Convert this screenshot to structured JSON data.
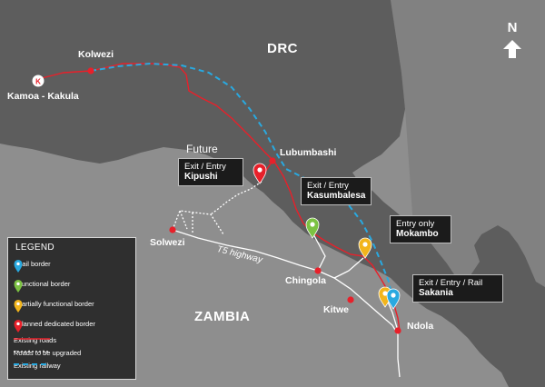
{
  "map": {
    "countries": {
      "drc": "DRC",
      "zambia": "ZAMBIA"
    },
    "cities": {
      "kolwezi": "Kolwezi",
      "kamoa": "Kamoa - Kakula",
      "lubumbashi": "Lubumbashi",
      "solwezi": "Solwezi",
      "chingola": "Chingola",
      "kitwe": "Kitwe",
      "ndola": "Ndola"
    },
    "future_label": "Future",
    "highway_label": "T5 highway",
    "north_label": "N",
    "callouts": {
      "kipushi": {
        "type": "Exit / Entry",
        "name": "Kipushi"
      },
      "kasumbalesa": {
        "type": "Exit / Entry",
        "name": "Kasumbalesa"
      },
      "mokambo": {
        "type": "Entry only",
        "name": "Mokambo"
      },
      "sakania": {
        "type": "Exit / Entry / Rail",
        "name": "Sakania"
      }
    }
  },
  "legend": {
    "title": "LEGEND",
    "markers": [
      {
        "label": "Rail border",
        "color": "#29a9e0"
      },
      {
        "label": "Functional border",
        "color": "#7cc242"
      },
      {
        "label": "Partially functional border",
        "color": "#f2b51c"
      },
      {
        "label": "Planned dedicated border",
        "color": "#e8202a"
      }
    ],
    "lines": [
      {
        "label": "Existing roads",
        "color": "#e8202a"
      },
      {
        "label": "Roads to be upgraded",
        "color": "#ffffff"
      },
      {
        "label": "Existing railway",
        "color": "#29a9e0"
      }
    ]
  },
  "colors": {
    "zambia_land": "#8e8e8e",
    "drc_land": "#5f5f5f",
    "road": "#e8202a",
    "road_zambia": "#ffffff",
    "railway": "#29a9e0"
  }
}
